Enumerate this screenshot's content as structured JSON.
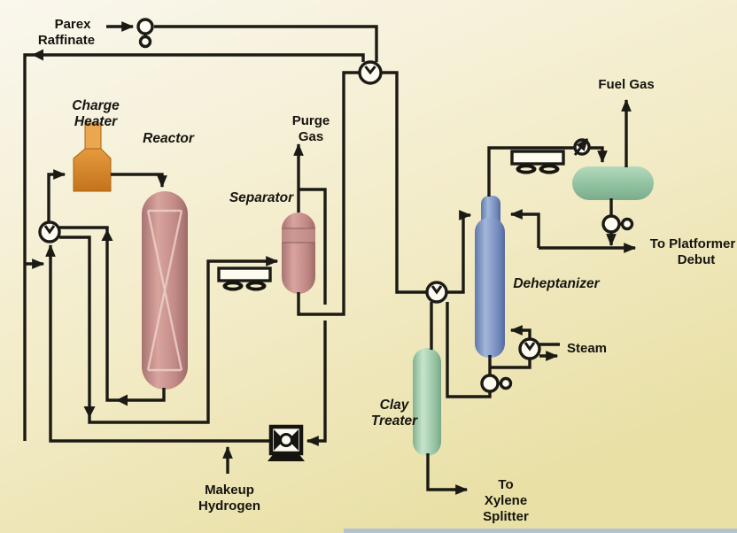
{
  "labels": {
    "parex_1": "Parex",
    "parex_2": "Raffinate",
    "charge_1": "Charge",
    "charge_2": "Heater",
    "reactor": "Reactor",
    "purge_1": "Purge",
    "purge_2": "Gas",
    "separator": "Separator",
    "fuel_gas": "Fuel Gas",
    "deheptanizer": "Deheptanizer",
    "steam": "Steam",
    "platformer_1": "To Platformer",
    "platformer_2": "Debut",
    "clay_1": "Clay",
    "clay_2": "Treater",
    "makeup_1": "Makeup",
    "makeup_2": "Hydrogen",
    "xylene_1": "To",
    "xylene_2": "Xylene",
    "xylene_3": "Splitter"
  },
  "colors": {
    "background_top": "#faf7ee",
    "background_bottom": "#e9e0a6",
    "line": "#1b1a14",
    "vessel_pink": "#c98f8a",
    "vessel_blue": "#7e96c4",
    "vessel_green": "#9cc7a8",
    "heater_orange": "#dd8a2d"
  }
}
